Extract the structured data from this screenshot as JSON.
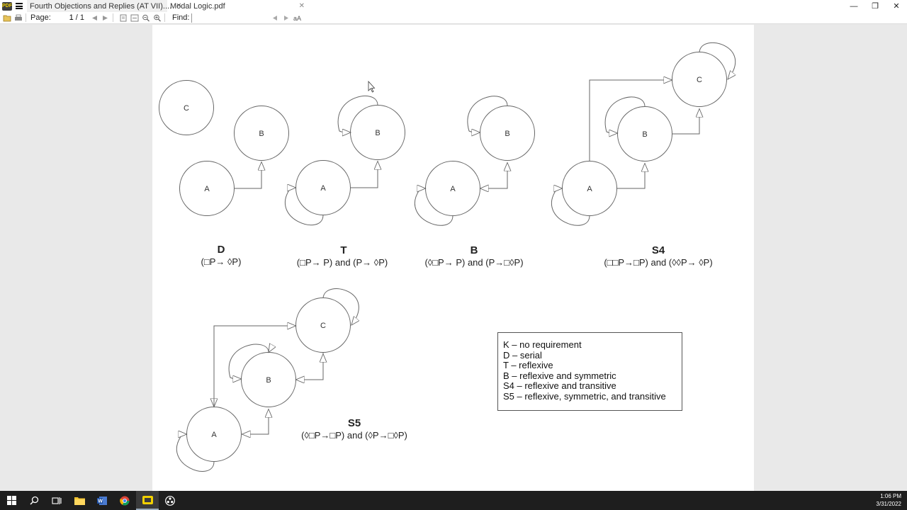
{
  "tabs": [
    {
      "label": "Fourth Objections and Replies (AT VII)....",
      "active": true
    },
    {
      "label": "Modal Logic.pdf",
      "active": false
    }
  ],
  "toolbar": {
    "page_label": "Page:",
    "page_value": "1",
    "page_total": "/ 1",
    "find_label": "Find:"
  },
  "diagrams": [
    {
      "title": "D",
      "formula": "(□P→ ◊P)",
      "worlds": [
        "C",
        "B",
        "A"
      ]
    },
    {
      "title": "T",
      "formula": "(□P→ P) and (P→ ◊P)",
      "worlds": [
        "B",
        "A"
      ]
    },
    {
      "title": "B",
      "formula": "(◊□P→ P) and (P→□◊P)",
      "worlds": [
        "B",
        "A"
      ]
    },
    {
      "title": "S4",
      "formula": "(□□P→□P) and (◊◊P→ ◊P)",
      "worlds": [
        "C",
        "B",
        "A"
      ]
    },
    {
      "title": "S5",
      "formula": "(◊□P→□P) and (◊P→□◊P)",
      "worlds": [
        "C",
        "B",
        "A"
      ]
    }
  ],
  "legend": [
    "K – no requirement",
    "D – serial",
    "T – reflexive",
    "B – reflexive and symmetric",
    "S4 – reflexive and transitive",
    "S5 – reflexive, symmetric, and transitive"
  ],
  "clock": {
    "time": "1:06 PM",
    "date": "3/31/2022"
  },
  "colors": {
    "app_accent": "#f2d000",
    "taskbar": "#1e1e1e",
    "page": "#ffffff",
    "background": "#e9e9e9"
  },
  "taskbar_icons": [
    "windows-start-icon",
    "search-icon",
    "task-view-icon",
    "file-explorer-icon",
    "word-icon",
    "chrome-icon",
    "sumatra-pdf-icon",
    "obs-icon"
  ]
}
